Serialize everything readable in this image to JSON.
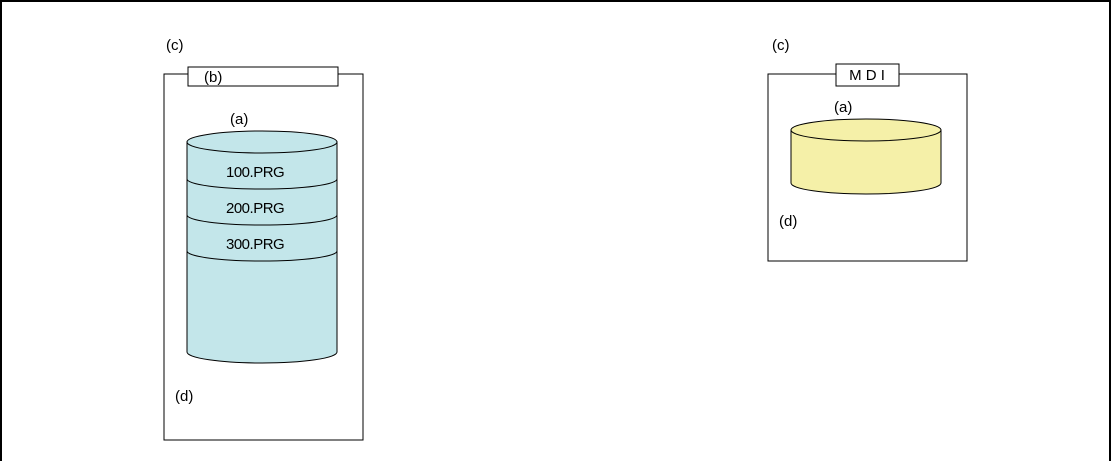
{
  "left_diagram": {
    "label_c": "(c)",
    "label_b": "(b)",
    "label_a": "(a)",
    "label_d": "(d)",
    "programs": [
      "100.PRG",
      "200.PRG",
      "300.PRG"
    ],
    "cylinder_color": "#c3e6ea"
  },
  "right_diagram": {
    "label_c": "(c)",
    "tab_label": "M D I",
    "label_a": "(a)",
    "label_d": "(d)",
    "cylinder_color": "#f5f0a8"
  }
}
